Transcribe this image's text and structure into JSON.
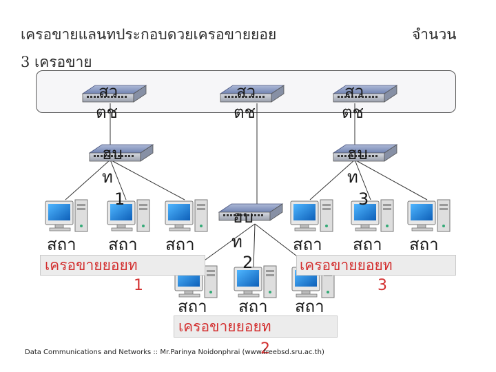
{
  "header": {
    "title_line1": "เครอขายแลนทประกอบดวยเครอขายยอย",
    "title_line2": "3 เครอขาย",
    "count_label": "จำนวน"
  },
  "switches": [
    {
      "label_top": "สว",
      "label_bottom": "ตช"
    },
    {
      "label_top": "สว",
      "label_bottom": "ตช"
    },
    {
      "label_top": "สว",
      "label_bottom": "ตช"
    }
  ],
  "hubs": [
    {
      "label_top": "ฮบ",
      "label_mid": "ท",
      "number": "1"
    },
    {
      "label_top": "ฮบ",
      "label_mid": "ท",
      "number": "2"
    },
    {
      "label_top": "ฮบ",
      "label_mid": "ท",
      "number": "3"
    }
  ],
  "stations": {
    "label": "สถา"
  },
  "subnets": [
    {
      "name": "เครอขายยอยท",
      "number": "1"
    },
    {
      "name": "เครอขายยอยท",
      "number": "2"
    },
    {
      "name": "เครอขายยอยท",
      "number": "3"
    }
  ],
  "footer": "Data Communications and Networks :: Mr.Parinya Noidonphrai (www.freebsd.sru.ac.th)"
}
